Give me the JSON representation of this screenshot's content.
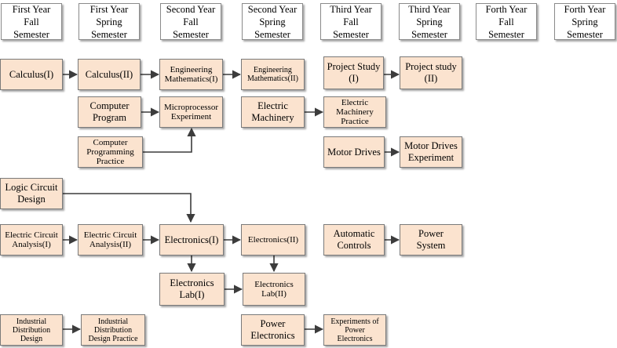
{
  "semesters": [
    "First Year\nFall\nSemester",
    "First Year\nSpring\nSemester",
    "Second Year\nFall\nSemester",
    "Second Year\nSpring\nSemester",
    "Third Year\nFall\nSemester",
    "Third Year\nSpring\nSemester",
    "Forth Year\nFall\nSemester",
    "Forth Year\nSpring\nSemester"
  ],
  "courses": {
    "calculus1": "Calculus(I)",
    "calculus2": "Calculus(II)",
    "eng_math1": "Engineering\nMathematics(I)",
    "eng_math2": "Engineering\nMathematics(II)",
    "project1": "Project Study\n(I)",
    "project2": "Project study\n(II)",
    "computer_program": "Computer\nProgram",
    "microprocessor": "Microprocessor\nExperiment",
    "electric_machinery": "Electric\nMachinery",
    "machinery_practice": "Electric\nMachinery\nPractice",
    "programming_practice": "Computer\nProgramming\nPractice",
    "motor_drives": "Motor Drives",
    "motor_drives_exp": "Motor Drives\nExperiment",
    "logic_circuit": "Logic Circuit\nDesign",
    "circuit1": "Electric Circuit\nAnalysis(I)",
    "circuit2": "Electric Circuit\nAnalysis(II)",
    "electronics1": "Electronics(I)",
    "electronics2": "Electronics(II)",
    "auto_controls": "Automatic\nControls",
    "power_system": "Power\nSystem",
    "elab1": "Electronics\nLab(I)",
    "elab2": "Electronics\nLab(II)",
    "ind_dist": "Industrial\nDistribution\nDesign",
    "ind_dist_practice": "Industrial\nDistribution\nDesign Practice",
    "power_electronics": "Power\nElectronics",
    "power_electronics_exp": "Experiments of\nPower\nElectronics"
  }
}
